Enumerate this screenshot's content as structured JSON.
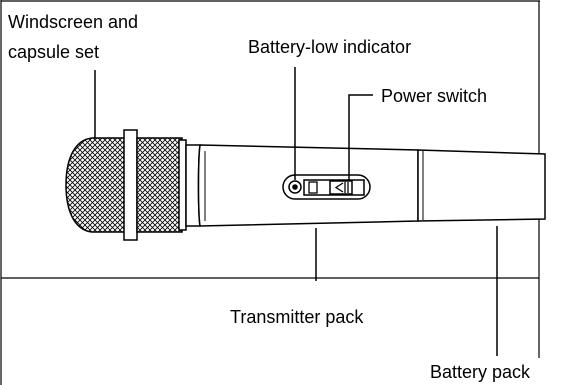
{
  "labels": {
    "windscreen_line1": "Windscreen and",
    "windscreen_line2": "capsule set",
    "battery_low": "Battery-low indicator",
    "power_switch": "Power switch",
    "transmitter": "Transmitter pack",
    "battery_pack": "Battery pack"
  },
  "colors": {
    "line": "#000000",
    "background": "#ffffff"
  }
}
